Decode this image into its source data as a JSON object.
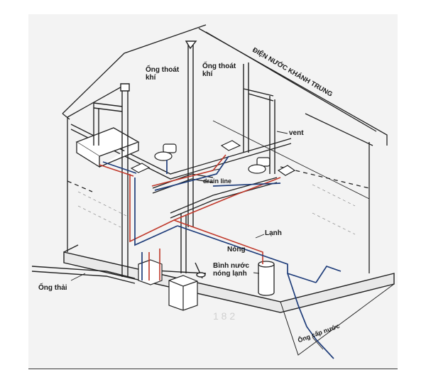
{
  "watermark": "ĐIỆN NƯỚC KHÁNH TRUNG",
  "labels": {
    "vent_pipe_left": "Ống thoát khí",
    "vent_pipe_right": "Ống thoát khí",
    "vent": "vent",
    "drain_line": "drain line",
    "cold": "Lạnh",
    "hot": "Nóng",
    "water_heater": "Bình nước nóng lạnh",
    "waste_pipe": "Ống thải",
    "supply_pipe": "Ống cấp nước"
  },
  "colors": {
    "line": "#222222",
    "hot_pipe": "#c0392b",
    "cold_pipe": "#1f3d7a",
    "paper": "#f2f2f2"
  }
}
